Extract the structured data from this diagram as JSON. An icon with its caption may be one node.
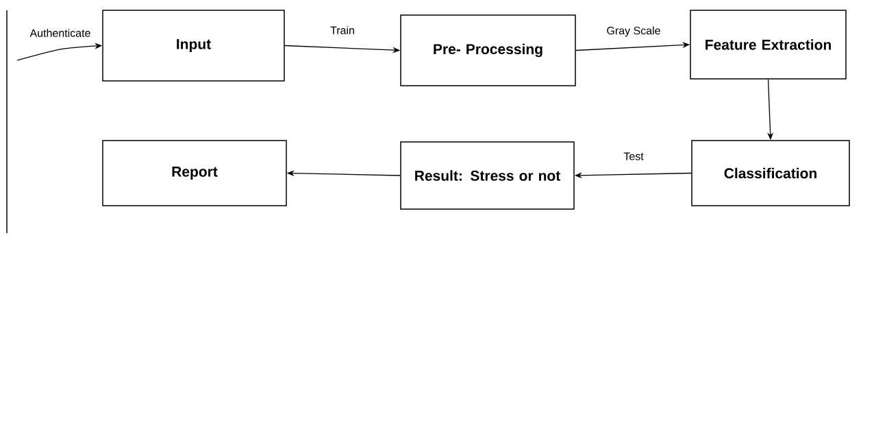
{
  "diagram": {
    "nodes": [
      {
        "text": [
          "Input"
        ]
      },
      {
        "text": [
          "Pre- Processing"
        ]
      },
      {
        "text": [
          "Feature Extraction"
        ]
      },
      {
        "text": [
          "Classification"
        ]
      },
      {
        "text": [
          "Result: Stress or not"
        ]
      },
      {
        "text": [
          "Report"
        ]
      }
    ],
    "edges": [
      {
        "from": null,
        "to": 0,
        "arrow": "to",
        "label": "Authenticate"
      },
      {
        "from": 0,
        "to": 1,
        "arrow": "to",
        "label": "Train"
      },
      {
        "from": 1,
        "to": 2,
        "arrow": "to",
        "label": "Gray Scale"
      },
      {
        "from": 2,
        "to": 3,
        "arrow": "to"
      },
      {
        "from": 3,
        "to": 4,
        "arrow": "to",
        "label": "Test"
      },
      {
        "from": 4,
        "to": 5,
        "arrow": "to"
      }
    ]
  }
}
